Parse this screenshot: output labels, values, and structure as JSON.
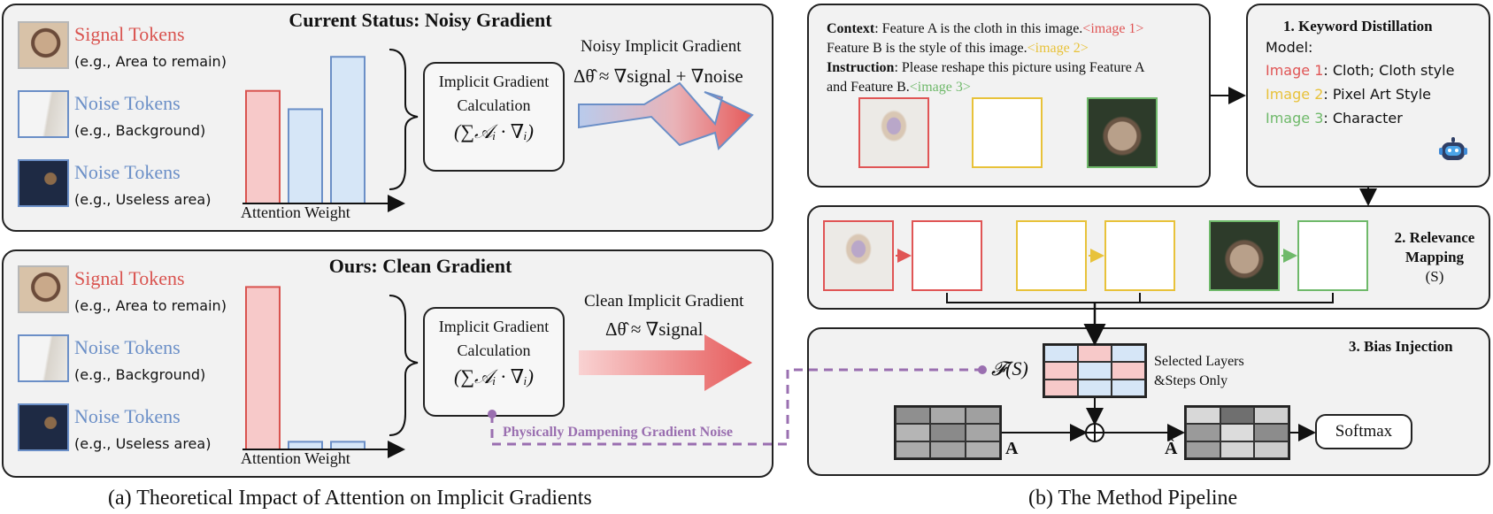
{
  "left": {
    "top_panel": {
      "title": "Current Status: Noisy Gradient",
      "tokens": [
        {
          "name": "Signal Tokens",
          "desc": "(e.g., Area to remain)",
          "color": "#d9534f"
        },
        {
          "name": "Noise Tokens",
          "desc": "(e.g., Background)",
          "color": "#6b8fc7"
        },
        {
          "name": "Noise Tokens",
          "desc": "(e.g., Useless area)",
          "color": "#6b8fc7"
        }
      ],
      "bar_values": [
        0.43,
        0.36,
        0.56
      ],
      "axis_label": "Attention Weight",
      "calc_line1": "Implicit Gradient",
      "calc_line2": "Calculation",
      "calc_formula": "(∑𝒜ᵢ · ∇ᵢ)",
      "gradient_title": "Noisy Implicit Gradient",
      "gradient_formula": "Δθ̂ ≈ ∇signal + ∇noise"
    },
    "bottom_panel": {
      "title": "Ours: Clean Gradient",
      "tokens": [
        {
          "name": "Signal Tokens",
          "desc": "(e.g., Area to remain)",
          "color": "#d9534f"
        },
        {
          "name": "Noise Tokens",
          "desc": "(e.g., Background)",
          "color": "#6b8fc7"
        },
        {
          "name": "Noise Tokens",
          "desc": "(e.g., Useless area)",
          "color": "#6b8fc7"
        }
      ],
      "bar_values": [
        0.85,
        0.04,
        0.04
      ],
      "axis_label": "Attention Weight",
      "calc_line1": "Implicit Gradient",
      "calc_line2": "Calculation",
      "calc_formula": "(∑𝒜ᵢ · ∇ᵢ)",
      "gradient_title": "Clean Implicit Gradient",
      "gradient_formula": "Δθ̂ ≈ ∇signal",
      "dampening_label": "Physically Dampening Gradient Noise"
    },
    "caption": "(a) Theoretical Impact of Attention on Implicit Gradients"
  },
  "right": {
    "context": {
      "context_label": "Context",
      "context_text_1": ": Feature A is the cloth in this image.",
      "tag_1": "<image 1>",
      "context_text_2": "Feature B is the style of this image.",
      "tag_2": "<image 2>",
      "instruction_label": "Instruction",
      "instruction_text_1": ": Please reshape this picture using Feature A",
      "instruction_text_2": "and Feature B.",
      "tag_3": "<image 3>"
    },
    "keyword": {
      "title": "1. Keyword Distillation",
      "model_label": "Model:",
      "items": [
        {
          "key": "Image 1",
          "value": ": Cloth; Cloth style",
          "color": "#e05555"
        },
        {
          "key": "Image 2",
          "value": ": Pixel Art Style",
          "color": "#e8c23a"
        },
        {
          "key": "Image 3",
          "value": ": Character",
          "color": "#6fb96a"
        }
      ]
    },
    "relevance": {
      "title_line1": "2. Relevance",
      "title_line2": "Mapping",
      "title_line3": "(S)"
    },
    "bias": {
      "title": "3. Bias Injection",
      "f_label": "𝓕(S)",
      "layers_line1": "Selected Layers",
      "layers_line2": "&Steps Only",
      "a_label": "A",
      "a_hat_label": "Â",
      "softmax": "Softmax"
    },
    "caption": "(b) The Method Pipeline"
  },
  "colors": {
    "signal": "#d9534f",
    "noise": "#6b8fc7",
    "signal_fill": "#f7c9c9",
    "noise_fill": "#d6e6f7",
    "dampening": "#9a6fb0",
    "img1": "#e05555",
    "img2": "#e8c23a",
    "img3": "#6fb96a"
  }
}
